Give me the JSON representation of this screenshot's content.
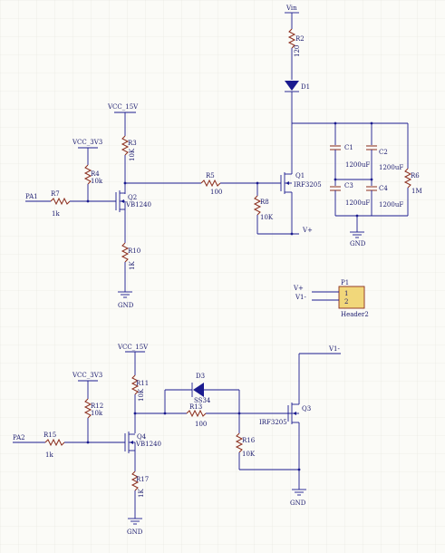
{
  "colors": {
    "wire": "#1b1b8f",
    "part": "#8b2d1d",
    "label": "#1a1a6e",
    "grid": "#e4e4dc",
    "connector": "#f1d77a",
    "diode": "#1b1b8f"
  },
  "nets": {
    "vin": "Vin",
    "vcc15_top": "VCC_15V",
    "vcc33_top": "VCC_3V3",
    "vcc15_bot": "VCC_15V",
    "vcc33_bot": "VCC_3V3",
    "pa1": "PA1",
    "pa2": "PA2",
    "vplus": "V+",
    "vminus": "V1-",
    "p1_vplus": "V+",
    "p1_vminus": "V1-",
    "gnd_q2": "GND",
    "gnd_caps": "GND",
    "gnd_q4": "GND",
    "gnd_q3": "GND"
  },
  "parts": {
    "R2": {
      "ref": "R2",
      "value": "120"
    },
    "D1": {
      "ref": "D1"
    },
    "C1": {
      "ref": "C1",
      "value": "1200uF"
    },
    "C2": {
      "ref": "C2",
      "value": "1200uF"
    },
    "C3": {
      "ref": "C3",
      "value": "1200uF"
    },
    "C4": {
      "ref": "C4",
      "value": "1200uF"
    },
    "R6": {
      "ref": "R6",
      "value": "1M"
    },
    "Q1": {
      "ref": "Q1",
      "value": "IRF3205"
    },
    "R8": {
      "ref": "R8",
      "value": "10K"
    },
    "R5": {
      "ref": "R5",
      "value": "100"
    },
    "R3": {
      "ref": "R3",
      "value": "10K"
    },
    "R4": {
      "ref": "R4",
      "value": "10k"
    },
    "R7": {
      "ref": "R7",
      "value": "1k"
    },
    "Q2": {
      "ref": "Q2",
      "value": "VB1240"
    },
    "R10": {
      "ref": "R10",
      "value": "1K"
    },
    "P1": {
      "ref": "P1",
      "pin1": "1",
      "pin2": "2",
      "value": "Header2"
    },
    "R11": {
      "ref": "R11",
      "value": "10K"
    },
    "R12": {
      "ref": "R12",
      "value": "10k"
    },
    "R15": {
      "ref": "R15",
      "value": "1k"
    },
    "Q4": {
      "ref": "Q4",
      "value": "VB1240"
    },
    "R17": {
      "ref": "R17",
      "value": "1K"
    },
    "D3": {
      "ref": "D3",
      "value": "SS34"
    },
    "R13": {
      "ref": "R13",
      "value": "100"
    },
    "R16": {
      "ref": "R16",
      "value": "10K"
    },
    "Q3": {
      "ref": "Q3",
      "value": "IRF3205"
    }
  }
}
